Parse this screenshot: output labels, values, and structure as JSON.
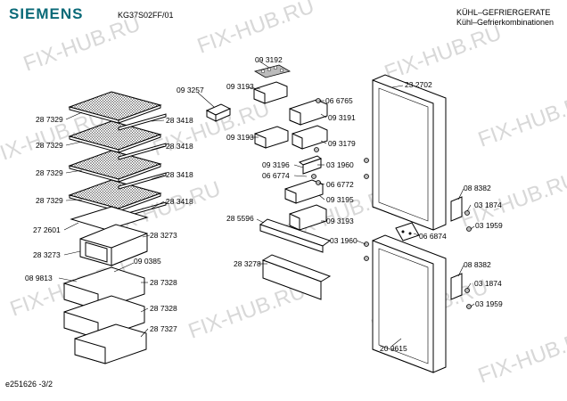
{
  "header": {
    "brand": "SIEMENS",
    "model": "KG37S02FF/01",
    "title_line1": "KÜHL–GEFRIERGERATE",
    "title_line2": "Kühl–Gefrierkombinationen"
  },
  "footer": {
    "doc_id": "e251626   -3/2"
  },
  "watermark": "FIX-HUB.RU",
  "parts": [
    "287329",
    "283418",
    "287329",
    "283418",
    "287329",
    "283418",
    "287329",
    "283418",
    "272601",
    "283273",
    "283273",
    "090385",
    "089813",
    "287328",
    "287328",
    "287327",
    "093192",
    "093257",
    "093193",
    "066765",
    "093191",
    "093193",
    "093179",
    "093196",
    "031960",
    "066774",
    "066772",
    "093195",
    "285596",
    "093193",
    "031960",
    "283278",
    "232702",
    "088382",
    "031874",
    "031959",
    "066874",
    "088382",
    "031874",
    "031959",
    "209615"
  ],
  "labels": {
    "l1": "28 7329",
    "l2": "28 3418",
    "l3": "28 7329",
    "l4": "28 3418",
    "l5": "28 7329",
    "l6": "28 3418",
    "l7": "28 7329",
    "l8": "28 3418",
    "l9": "27 2601",
    "l10": "28 3273",
    "l11": "28 3273",
    "l12": "09 0385",
    "l13": "08 9813",
    "l14": "28 7328",
    "l15": "28 7328",
    "l16": "28 7327",
    "l17": "09 3192",
    "l18": "09 3257",
    "l19": "09 3193",
    "l20": "06 6765",
    "l21": "09 3191",
    "l22": "09 3193",
    "l23": "09 3179",
    "l24": "09 3196",
    "l25": "03 1960",
    "l26": "06 6774",
    "l27": "06 6772",
    "l28": "09 3195",
    "l29": "28 5596",
    "l30": "09 3193",
    "l31": "03 1960",
    "l32": "28 3278",
    "l33": "23 2702",
    "l34": "08 8382",
    "l35": "03 1874",
    "l36": "03 1959",
    "l37": "06 6874",
    "l38": "08 8382",
    "l39": "03 1874",
    "l40": "03 1959",
    "l41": "20 9615"
  }
}
